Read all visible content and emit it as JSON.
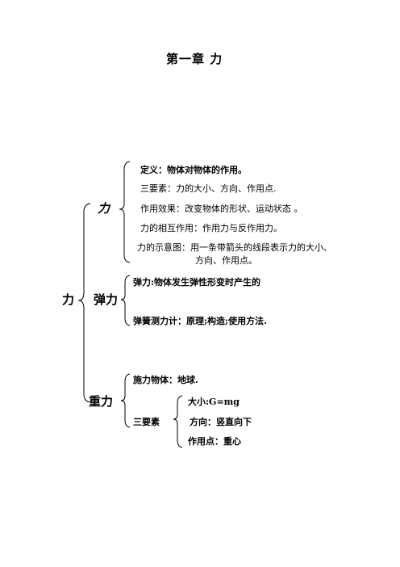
{
  "doc": {
    "title": "第一章   力",
    "root": "力",
    "force": {
      "label": "力",
      "items": [
        "定义：物体对物体的作用。",
        "三要素：力的大小、方向、作用点.",
        "作用效果：改变物体的形状、运动状态  。",
        "力的相互作用：作用力与反作用力。",
        "力的示意图：用一条带箭头的线段表示力的大小、",
        "方向、作用点。"
      ]
    },
    "elastic": {
      "label": "弹力",
      "items": [
        "弹力:物体发生弹性形变时产生的",
        "弹簧测力计：原理;构造;使用方法."
      ]
    },
    "gravity": {
      "label": "重力",
      "source": "施力物体：地球.",
      "elements_label": "三要素",
      "elements": [
        "大小:G=mg",
        "方向：竖直向下",
        "作用点：重心"
      ]
    }
  }
}
